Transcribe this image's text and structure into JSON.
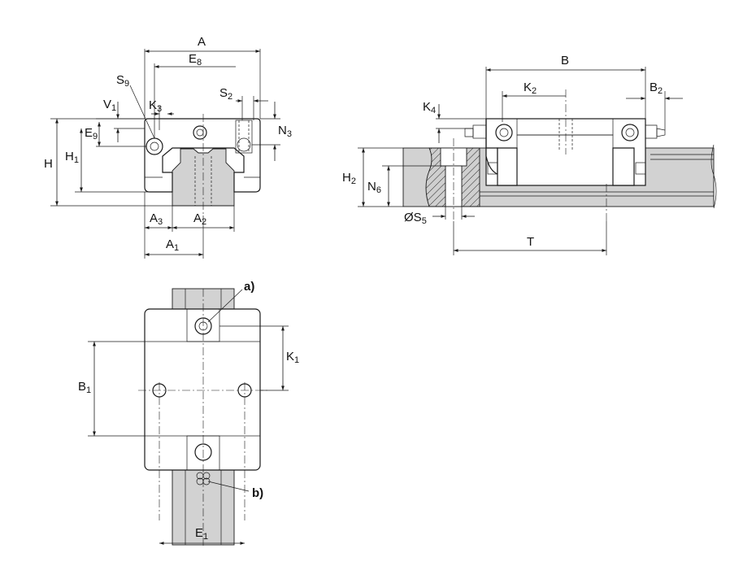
{
  "labels": {
    "A": "A",
    "E8": "E",
    "E8_sub": "8",
    "S9": "S",
    "S9_sub": "9",
    "S2": "S",
    "S2_sub": "2",
    "V1": "V",
    "V1_sub": "1",
    "K3": "K",
    "K3_sub": "3",
    "E9": "E",
    "E9_sub": "9",
    "N3": "N",
    "N3_sub": "3",
    "H": "H",
    "H1": "H",
    "H1_sub": "1",
    "A3": "A",
    "A3_sub": "3",
    "A2": "A",
    "A2_sub": "2",
    "A1": "A",
    "A1_sub": "1",
    "B": "B",
    "K2": "K",
    "K2_sub": "2",
    "B2": "B",
    "B2_sub": "2",
    "K4": "K",
    "K4_sub": "4",
    "H2": "H",
    "H2_sub": "2",
    "N6": "N",
    "N6_sub": "6",
    "S5": "ØS",
    "S5_sub": "5",
    "T": "T",
    "a": "a)",
    "K1": "K",
    "K1_sub": "1",
    "B1": "B",
    "B1_sub": "1",
    "b": "b)",
    "E1": "E",
    "E1_sub": "1"
  }
}
